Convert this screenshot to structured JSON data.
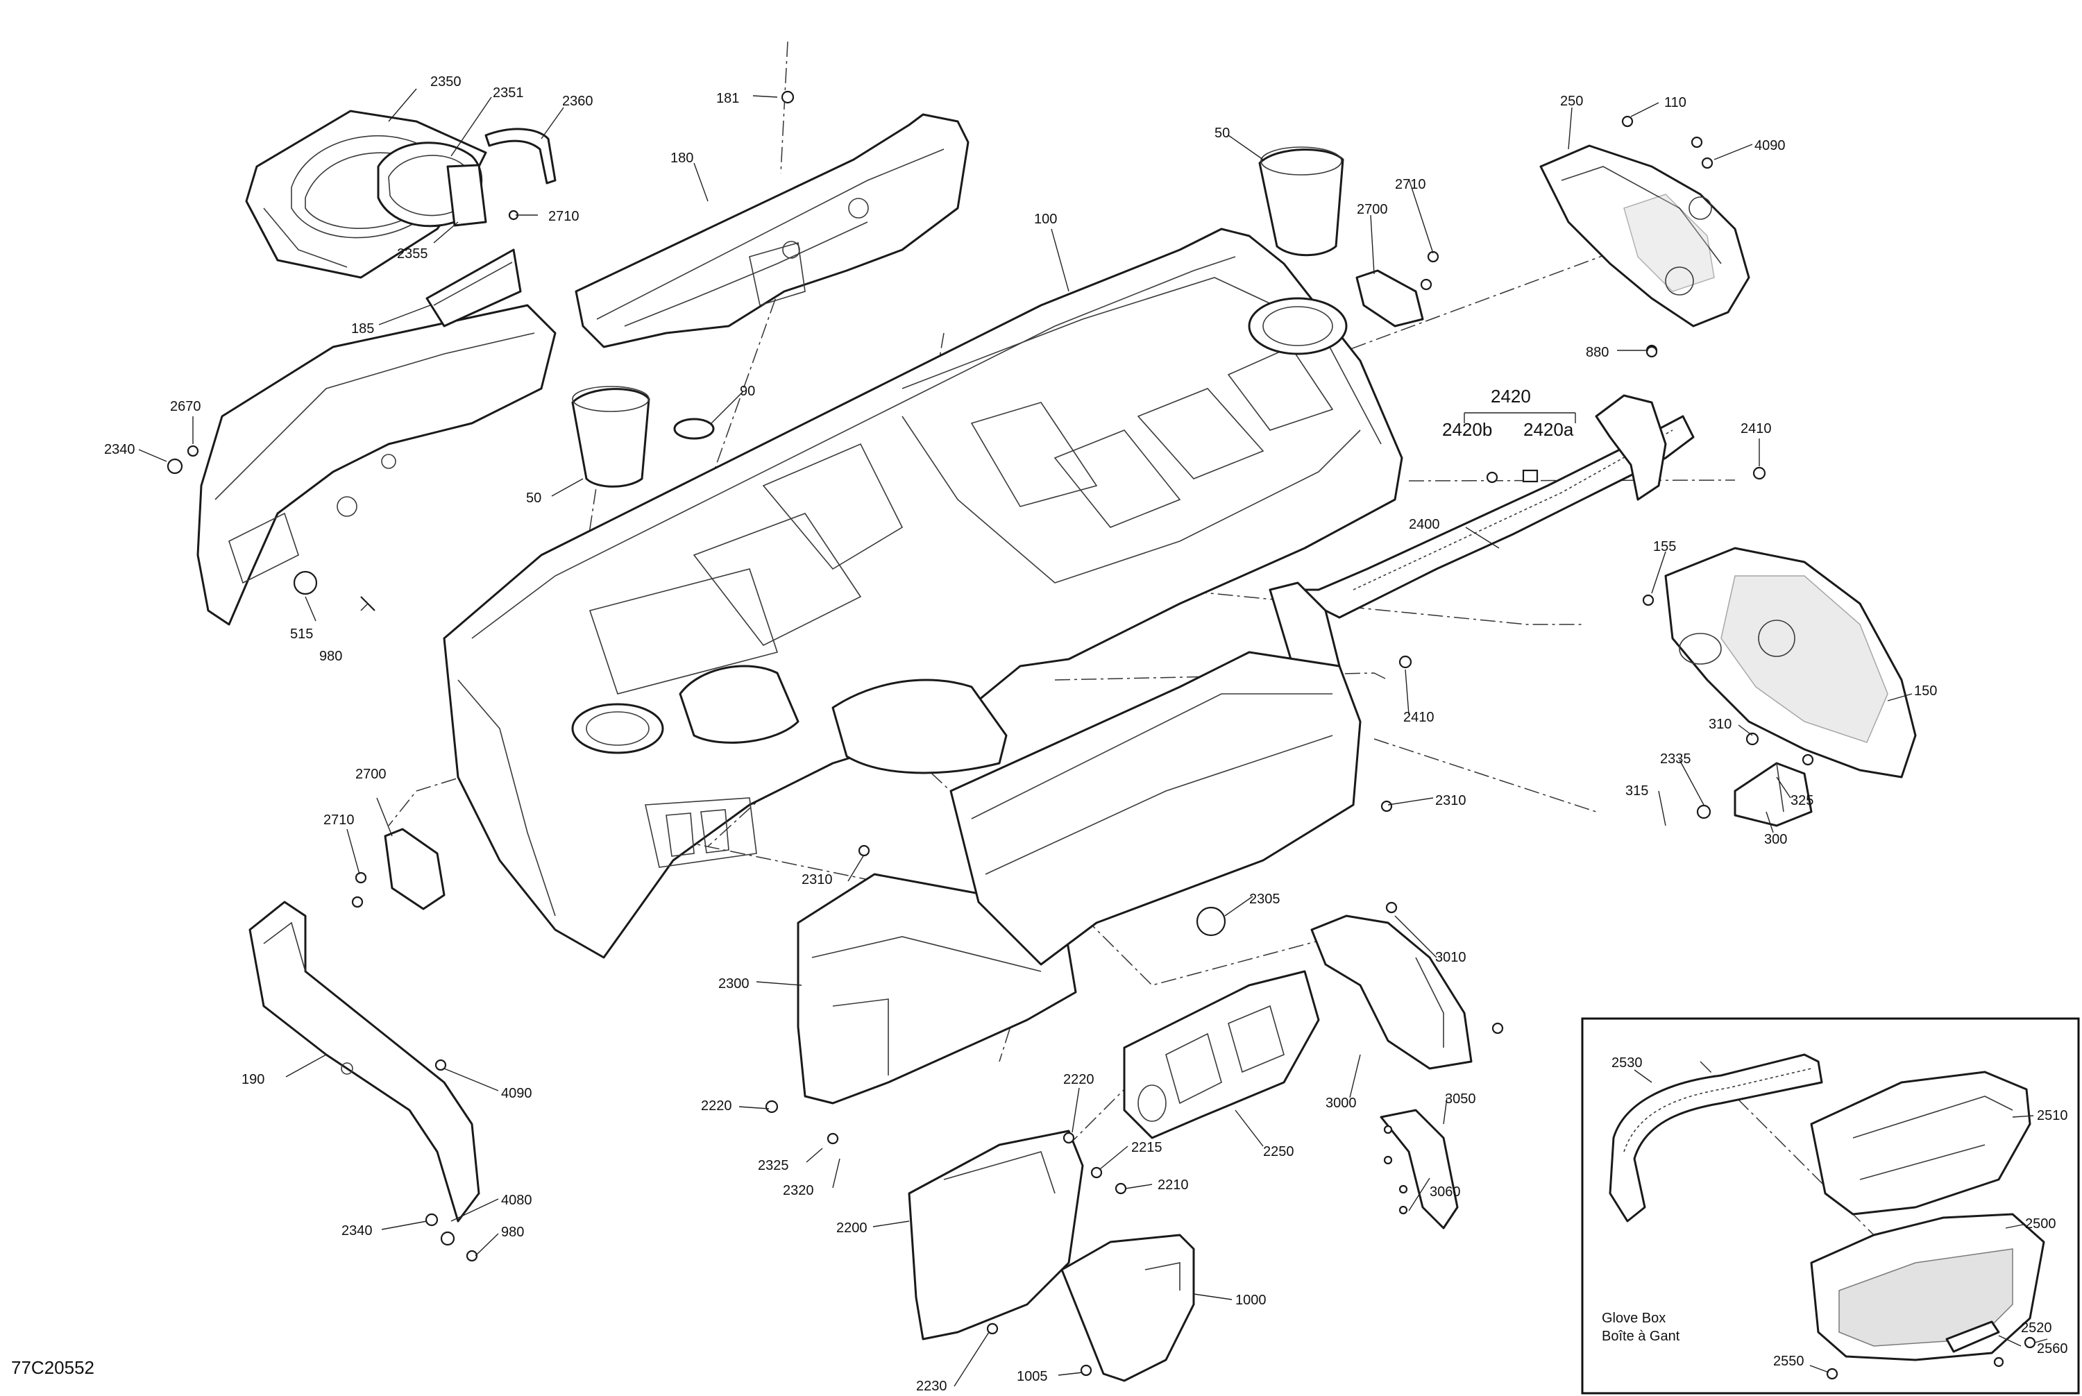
{
  "diagram": {
    "id_code": "77C20552",
    "labels": {
      "l2350": "2350",
      "l2351": "2351",
      "l2360": "2360",
      "l2355": "2355",
      "l2710a": "2710",
      "l185": "185",
      "l181": "181",
      "l180": "180",
      "l2670": "2670",
      "l2340a": "2340",
      "l515": "515",
      "l980a": "980",
      "l50a": "50",
      "l90": "90",
      "l50b": "50",
      "l100": "100",
      "l2710b": "2710",
      "l2700a": "2700",
      "l250": "250",
      "l110": "110",
      "l4090a": "4090",
      "l880": "880",
      "l2420": "2420",
      "l2420b": "2420b",
      "l2420a": "2420a",
      "l2410a": "2410",
      "l2400": "2400",
      "l155": "155",
      "l150": "150",
      "l2410b": "2410",
      "l310": "310",
      "l2335": "2335",
      "l325": "325",
      "l315": "315",
      "l300": "300",
      "l2310a": "2310",
      "l2700b": "2700",
      "l2710c": "2710",
      "l2310b": "2310",
      "l2305": "2305",
      "l3010": "3010",
      "l2300": "2300",
      "l190": "190",
      "l4090b": "4090",
      "l2220a": "2220",
      "l2325": "2325",
      "l2320": "2320",
      "l2220b": "2220",
      "l2215": "2215",
      "l2210": "2210",
      "l2250": "2250",
      "l3000": "3000",
      "l3050": "3050",
      "l3060": "3060",
      "l4080": "4080",
      "l2340b": "2340",
      "l980b": "980",
      "l2200": "2200",
      "l1000": "1000",
      "l2230": "2230",
      "l1005": "1005",
      "l2530": "2530",
      "l2510": "2510",
      "l2500": "2500",
      "l2520": "2520",
      "l2560": "2560",
      "l2550": "2550"
    },
    "inset": {
      "title_en": "Glove Box",
      "title_fr": "Boîte à Gant"
    }
  }
}
